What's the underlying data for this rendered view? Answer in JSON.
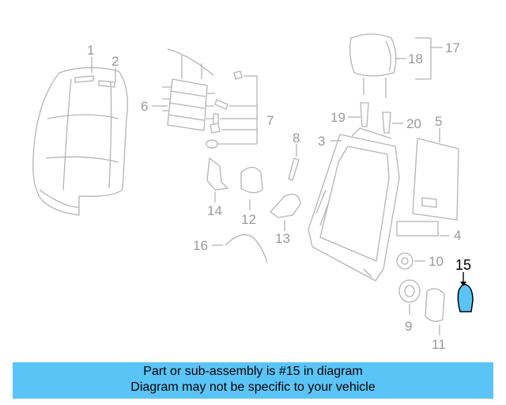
{
  "diagram": {
    "highlight_color": "#5bc4f7",
    "callouts": [
      {
        "id": "1",
        "label": "1"
      },
      {
        "id": "2",
        "label": "2"
      },
      {
        "id": "3",
        "label": "3"
      },
      {
        "id": "4",
        "label": "4"
      },
      {
        "id": "5",
        "label": "5"
      },
      {
        "id": "6",
        "label": "6"
      },
      {
        "id": "7",
        "label": "7"
      },
      {
        "id": "8",
        "label": "8"
      },
      {
        "id": "9",
        "label": "9"
      },
      {
        "id": "10",
        "label": "10"
      },
      {
        "id": "11",
        "label": "11"
      },
      {
        "id": "12",
        "label": "12"
      },
      {
        "id": "13",
        "label": "13"
      },
      {
        "id": "14",
        "label": "14"
      },
      {
        "id": "15",
        "label": "15",
        "highlighted": true
      },
      {
        "id": "16",
        "label": "16"
      },
      {
        "id": "17",
        "label": "17"
      },
      {
        "id": "18",
        "label": "18"
      },
      {
        "id": "19",
        "label": "19"
      },
      {
        "id": "20",
        "label": "20"
      }
    ]
  },
  "banner": {
    "line1": "Part or sub-assembly is #15 in diagram",
    "line2": "Diagram may not be specific to your vehicle",
    "background": "#5bc4f7"
  }
}
